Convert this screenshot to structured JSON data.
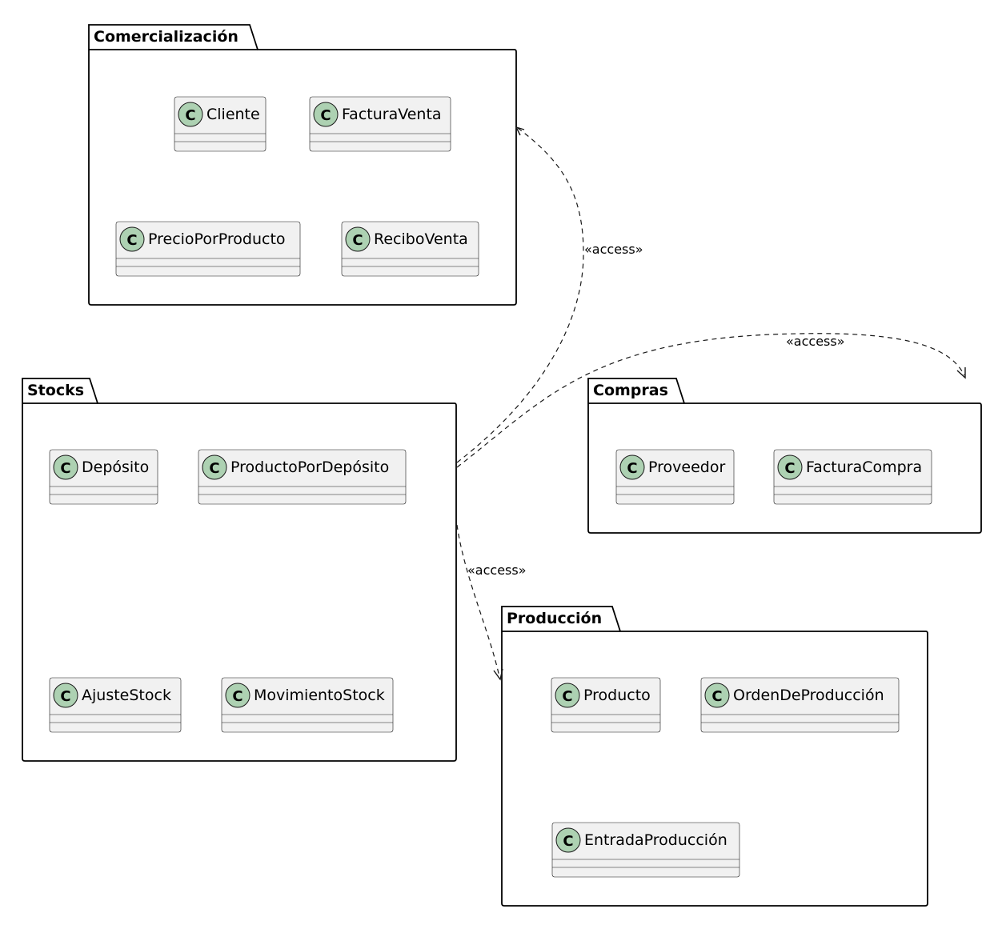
{
  "packages": [
    {
      "id": "comercializacion",
      "name": "Comercialización",
      "classes": [
        "Cliente",
        "FacturaVenta",
        "PrecioPorProducto",
        "ReciboVenta"
      ]
    },
    {
      "id": "stocks",
      "name": "Stocks",
      "classes": [
        "Depósito",
        "ProductoPorDepósito",
        "AjusteStock",
        "MovimientoStock"
      ]
    },
    {
      "id": "compras",
      "name": "Compras",
      "classes": [
        "Proveedor",
        "FacturaCompra"
      ]
    },
    {
      "id": "produccion",
      "name": "Producción",
      "classes": [
        "Producto",
        "OrdenDeProducción",
        "EntradaProducción"
      ]
    }
  ],
  "class_icon_letter": "C",
  "relations": [
    {
      "from": "Stocks",
      "to": "Comercialización",
      "label": "«access»"
    },
    {
      "from": "Stocks",
      "to": "Compras",
      "label": "«access»"
    },
    {
      "from": "Stocks",
      "to": "Producción",
      "label": "«access»"
    }
  ],
  "colors": {
    "class_fill": "#f1f1f1",
    "class_border": "#181818",
    "icon_fill": "#add1b2",
    "package_border": "#000000"
  }
}
